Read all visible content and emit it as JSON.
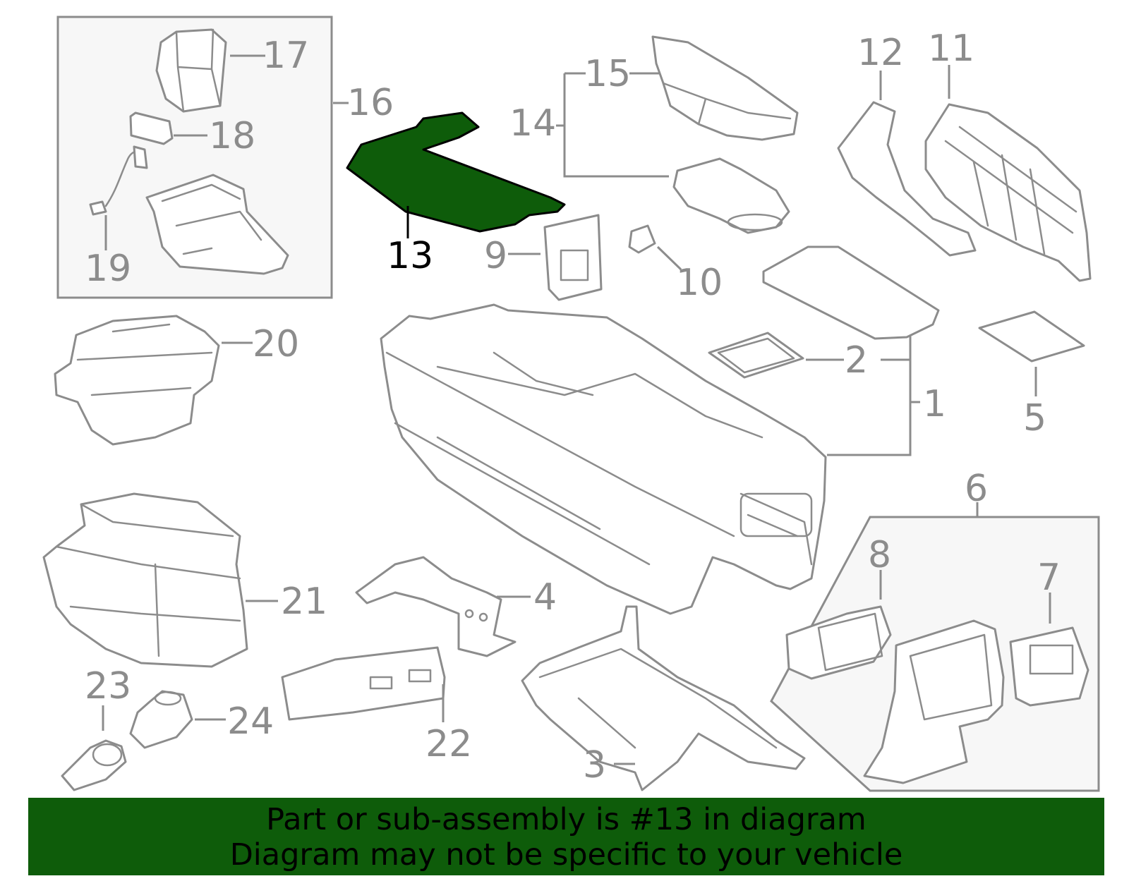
{
  "diagram": {
    "highlight_color": "#0e5c0a",
    "line_color": "#8c8c8c",
    "highlighted_part": "13",
    "callouts": {
      "c1": "1",
      "c2": "2",
      "c3": "3",
      "c4": "4",
      "c5": "5",
      "c6": "6",
      "c7": "7",
      "c8": "8",
      "c9": "9",
      "c10": "10",
      "c11": "11",
      "c12": "12",
      "c13": "13",
      "c14": "14",
      "c15": "15",
      "c16": "16",
      "c17": "17",
      "c18": "18",
      "c19": "19",
      "c20": "20",
      "c21": "21",
      "c22": "22",
      "c23": "23",
      "c24": "24"
    }
  },
  "banner": {
    "line1": "Part or sub-assembly is #13 in diagram",
    "line2": "Diagram may not be specific to your vehicle",
    "background": "#0e5c0a"
  }
}
